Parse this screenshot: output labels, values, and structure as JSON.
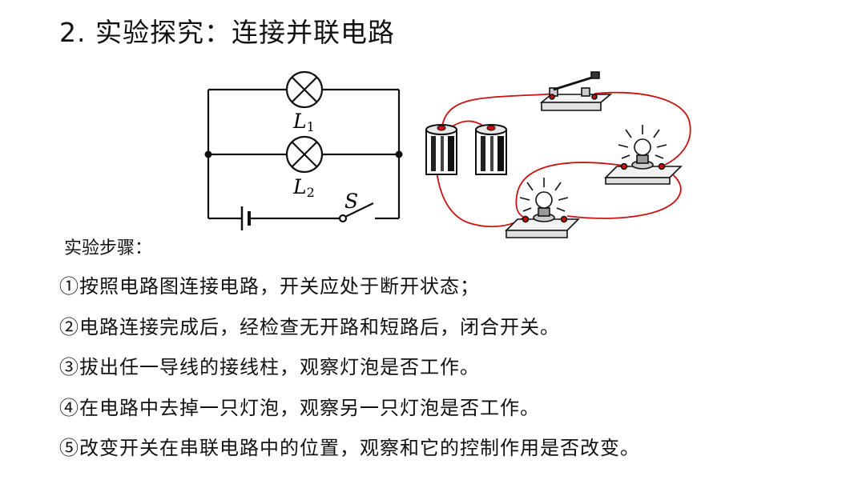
{
  "title": "2. 实验探究：连接并联电路",
  "schematic": {
    "lamp1_letter": "L",
    "lamp1_sub": "1",
    "lamp2_letter": "L",
    "lamp2_sub": "2",
    "switch_label": "S"
  },
  "steps_heading": "实验步骤：",
  "steps": [
    "①按照电路图连接电路，开关应处于断开状态；",
    "②电路连接完成后，经检查无开路和短路后，闭合开关。",
    "③拔出任一导线的接线柱，观察灯泡是否工作。",
    "④在电路中去掉一只灯泡，观察另一只灯泡是否工作。",
    "⑤改变开关在串联电路中的位置，观察和它的控制作用是否改变。"
  ],
  "colors": {
    "wire": "#cc1111",
    "lines": "#111111"
  }
}
